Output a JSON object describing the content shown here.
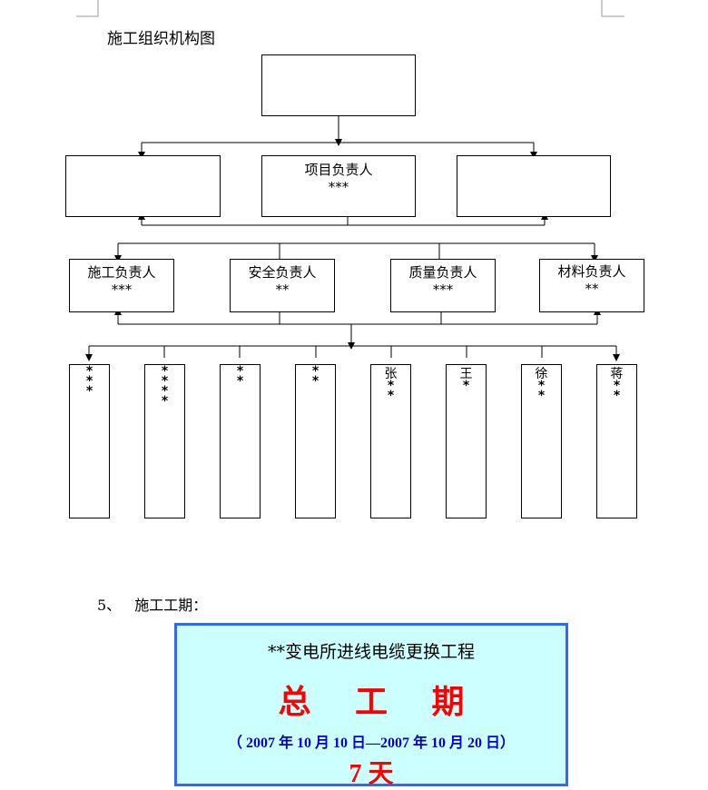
{
  "org_chart": {
    "title": "施工组织机构图",
    "top_box": "",
    "level2": [
      {
        "role": "",
        "name": ""
      },
      {
        "role": "项目负责人",
        "name": "***"
      },
      {
        "role": "",
        "name": ""
      }
    ],
    "level3": [
      {
        "role": "施工负责人",
        "name": "***"
      },
      {
        "role": "安全负责人",
        "name": "**"
      },
      {
        "role": "质量负责人",
        "name": "***"
      },
      {
        "role": "材料负责人",
        "name": "**"
      }
    ],
    "workers": [
      {
        "surname": "",
        "stars": "***"
      },
      {
        "surname": "",
        "stars": "****"
      },
      {
        "surname": "",
        "stars": "**"
      },
      {
        "surname": "",
        "stars": "**"
      },
      {
        "surname": "张",
        "stars": "**"
      },
      {
        "surname": "王",
        "stars": "*"
      },
      {
        "surname": "徐",
        "stars": "**"
      },
      {
        "surname": "蒋",
        "stars": "**"
      }
    ]
  },
  "section5": {
    "number": "5、",
    "label": "施工工期："
  },
  "period": {
    "project": "**变电所进线电缆更换工程",
    "title": "总 工 期",
    "dates": "（ 2007 年 10 月 10 日—2007 年 10 月 20 日）",
    "days": "7 天"
  }
}
